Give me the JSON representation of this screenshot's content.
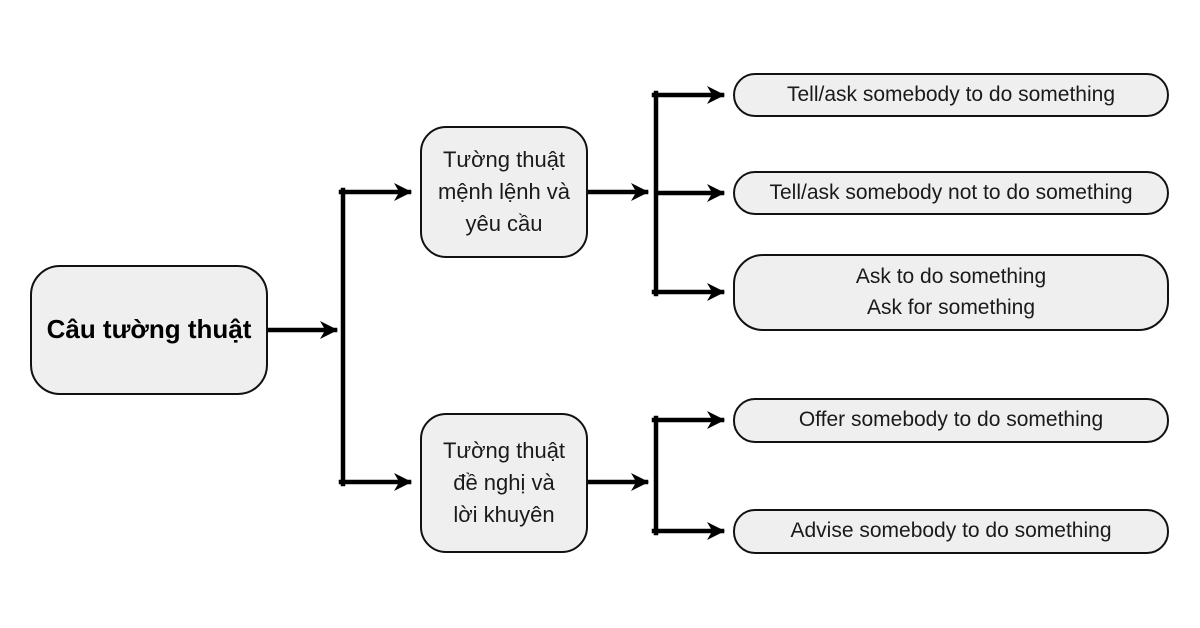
{
  "colors": {
    "background": "#ffffff",
    "node-fill": "#efefef",
    "node-border": "#111111",
    "connector": "#000000"
  },
  "diagram": {
    "root": {
      "label": "Câu tường thuật"
    },
    "branches": [
      {
        "label": "Tường thuật\nmệnh lệnh và\nyêu cầu",
        "children": [
          "Tell/ask somebody to do something",
          "Tell/ask somebody not to do something",
          "Ask to do something\nAsk for something"
        ]
      },
      {
        "label": "Tường thuật\nđề nghị và\nlời khuyên",
        "children": [
          "Offer somebody to do something",
          "Advise somebody to do something"
        ]
      }
    ]
  }
}
